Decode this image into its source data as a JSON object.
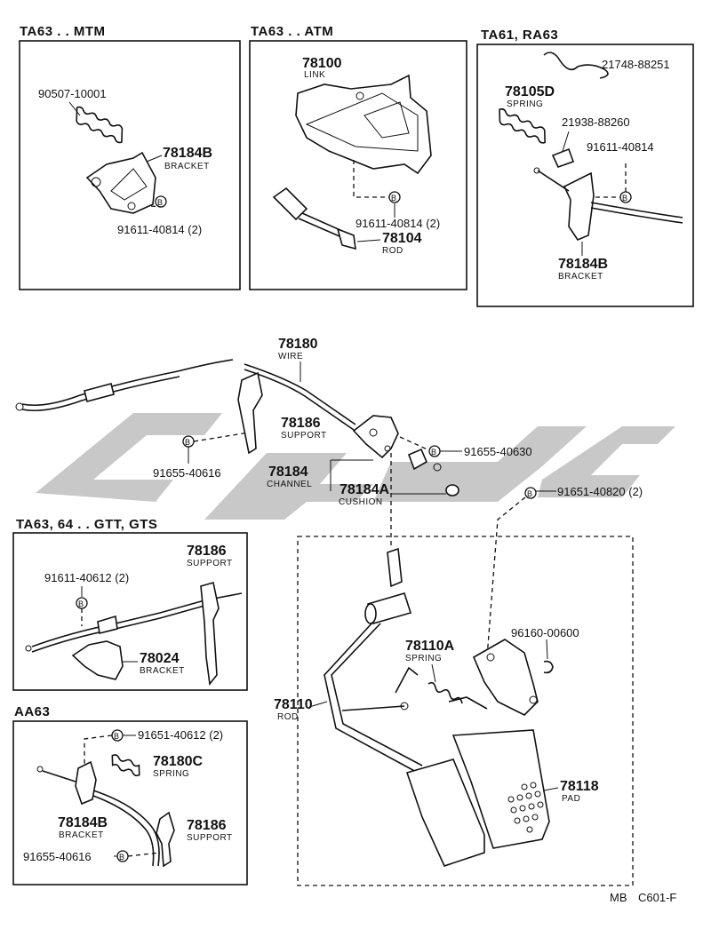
{
  "panels": {
    "ta63_mtm": "TA63 . . MTM",
    "ta63_atm": "TA63 . . ATM",
    "ta61_ra63": "TA61, RA63",
    "ta63_64": "TA63, 64 . . GTT, GTS",
    "aa63": "AA63"
  },
  "labels": {
    "p90507": "90507-10001",
    "p78184b_a": "78184B",
    "bracket_a": "BRACKET",
    "p91611_a": "91611-40814 (2)",
    "p78100": "78100",
    "link": "LINK",
    "p91611_b": "91611-40814 (2)",
    "p78104": "78104",
    "rod_b": "ROD",
    "p21748": "21748-88251",
    "p78105d": "78105D",
    "spring_c": "SPRING",
    "p21938": "21938-88260",
    "p91611_c": "91611-40814",
    "p78184b_c": "78184B",
    "bracket_c": "BRACKET",
    "p78180": "78180",
    "wire": "WIRE",
    "p78186_main": "78186",
    "support_main": "SUPPORT",
    "p91655_616": "91655-40616",
    "p91655_630": "91655-40630",
    "p78184": "78184",
    "channel": "CHANNEL",
    "p78184a": "78184A",
    "cushion": "CUSHION",
    "p91651_820": "91651-40820 (2)",
    "p78186_gtt": "78186",
    "support_gtt": "SUPPORT",
    "p91611_612": "91611-40612 (2)",
    "p78024": "78024",
    "bracket_gtt": "BRACKET",
    "p91651_612": "91651-40612 (2)",
    "p78180c": "78180C",
    "spring_aa": "SPRING",
    "p78184b_aa": "78184B",
    "bracket_aa": "BRACKET",
    "p78186_aa": "78186",
    "support_aa": "SUPPORT",
    "p91655_616_aa": "91655-40616",
    "p96160": "96160-00600",
    "p78110a": "78110A",
    "spring_main": "SPRING",
    "p78110": "78110",
    "rod_main": "ROD",
    "p78118": "78118",
    "pad": "PAD",
    "footer_mb": "MB",
    "footer_code": "C601-F",
    "bolt_mark": "B"
  }
}
